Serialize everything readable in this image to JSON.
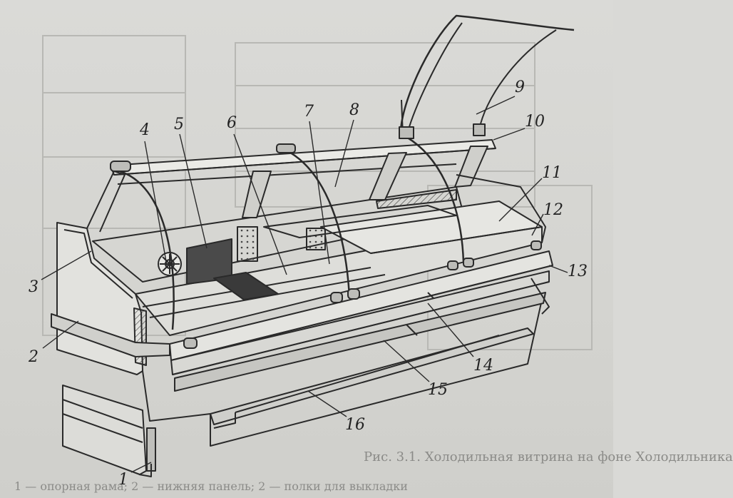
{
  "callouts": [
    {
      "id": "1",
      "label": "1"
    },
    {
      "id": "2",
      "label": "2"
    },
    {
      "id": "3",
      "label": "3"
    },
    {
      "id": "4",
      "label": "4"
    },
    {
      "id": "5",
      "label": "5"
    },
    {
      "id": "6",
      "label": "6"
    },
    {
      "id": "7",
      "label": "7"
    },
    {
      "id": "8",
      "label": "8"
    },
    {
      "id": "9",
      "label": "9"
    },
    {
      "id": "10",
      "label": "10"
    },
    {
      "id": "11",
      "label": "11"
    },
    {
      "id": "12",
      "label": "12"
    },
    {
      "id": "13",
      "label": "13"
    },
    {
      "id": "14",
      "label": "14"
    },
    {
      "id": "15",
      "label": "15"
    },
    {
      "id": "16",
      "label": "16"
    }
  ],
  "caption": {
    "line1": "Рис. 3.1. Холодильная витрина на фоне Холодильника",
    "line2": "1 — опорная рама; 2 — нижняя панель; 2 — полки для выкладки"
  },
  "colors": {
    "ink": "#2a2a2a",
    "paper": "#d9d9d6",
    "shade": "#555555",
    "faint": "#b5b5b1"
  }
}
